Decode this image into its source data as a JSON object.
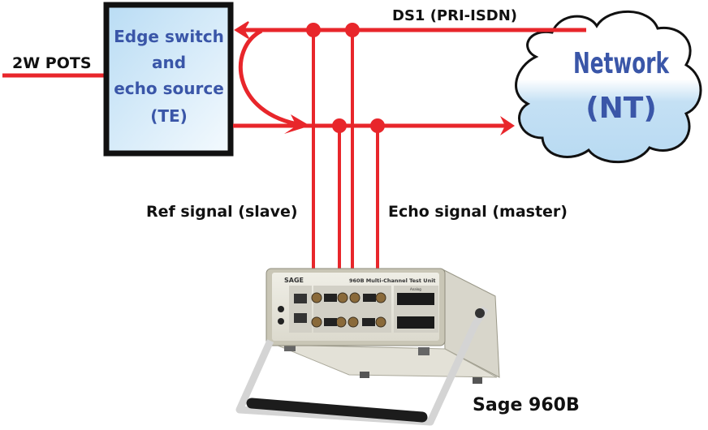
{
  "edge_box": {
    "lines": [
      "Edge switch",
      "and",
      "echo source",
      "(TE)"
    ]
  },
  "pots_label": "2W POTS",
  "ds1_label": "DS1 (PRI-ISDN)",
  "network": {
    "line1": "Network",
    "line2": "(NT)"
  },
  "ref_signal_label": "Ref signal (slave)",
  "echo_signal_label": "Echo signal (master)",
  "device": {
    "caption": "Sage 960B",
    "brand": "SAGE",
    "panel_title": "960B Multi-Channel Test Unit",
    "analog_label": "Analog"
  },
  "colors": {
    "signal_line": "#e8262b",
    "box_fill": "#cfe6f7",
    "cloud_fill": "#c4e0f4",
    "text_blue": "#3a56a8"
  }
}
